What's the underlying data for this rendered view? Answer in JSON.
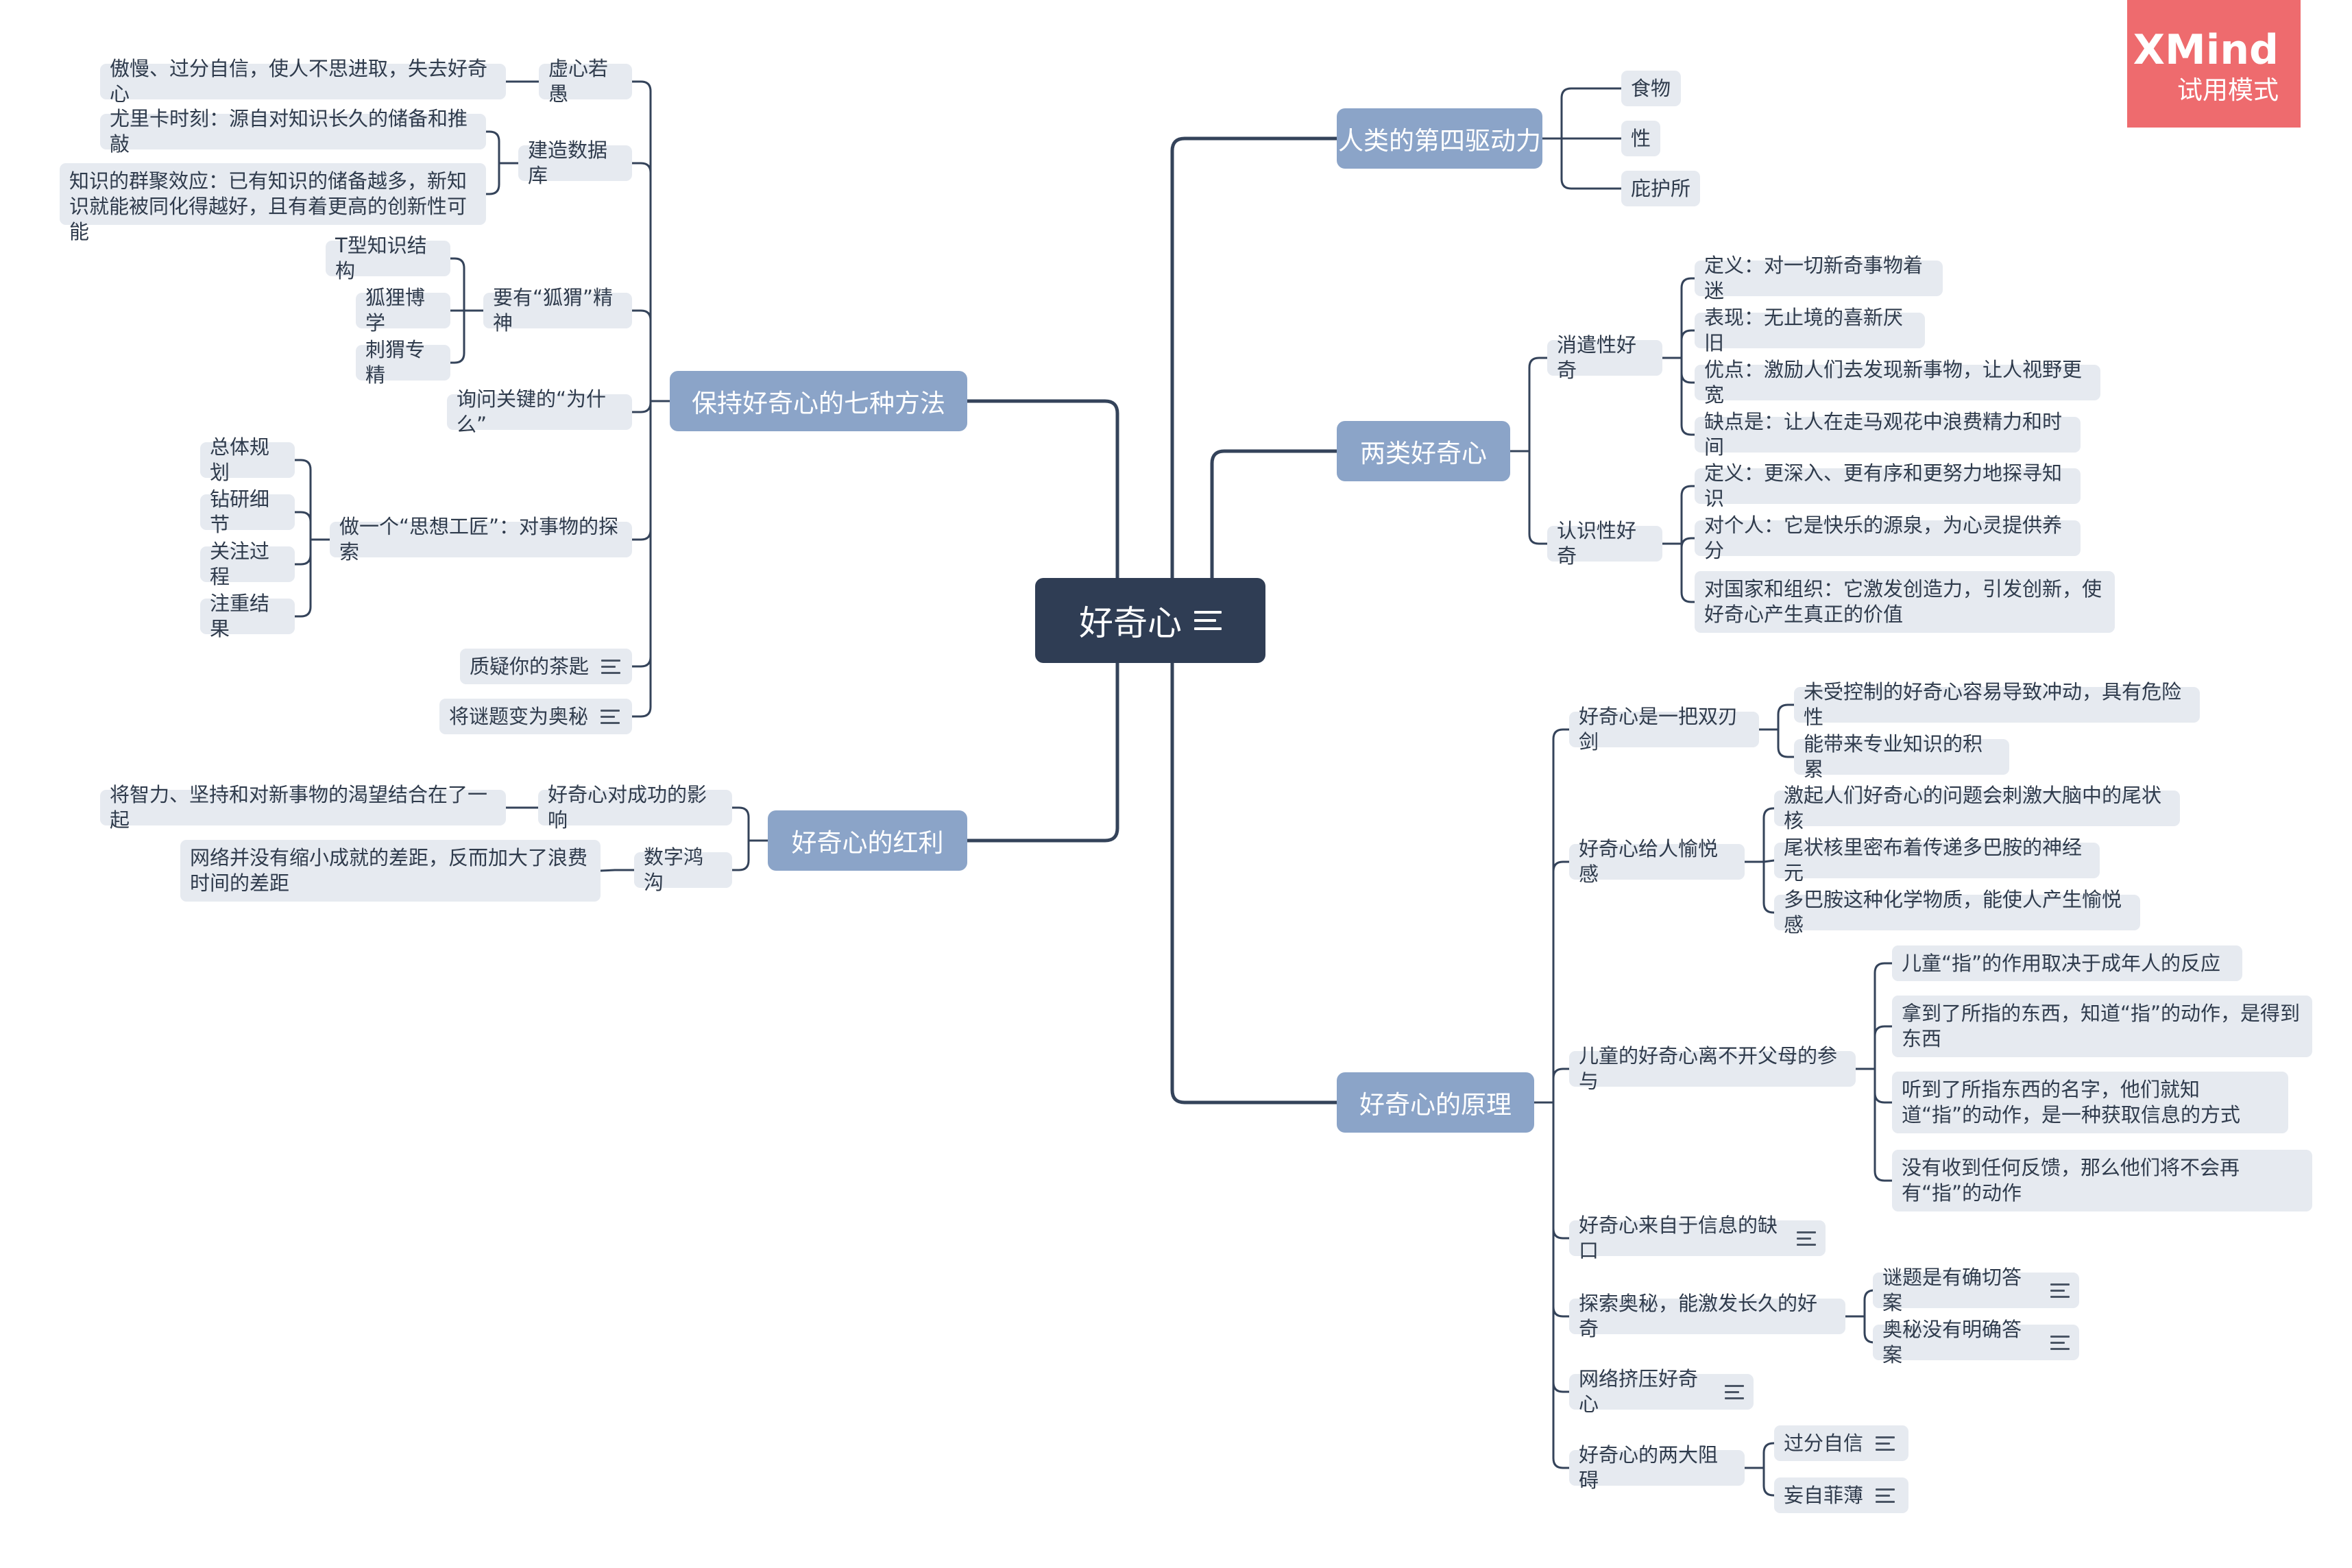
{
  "badge": {
    "brand": "XMind",
    "mode": "试用模式"
  },
  "colors": {
    "root": "#2f3d54",
    "branch": "#8ba4c8",
    "leaf": "#e6eaf0",
    "line": "#34435a",
    "badge": "#ee6b6e"
  },
  "root": {
    "label": "好奇心"
  },
  "branches": {
    "drive": {
      "label": "人类的第四驱动力",
      "food": "食物",
      "sex": "性",
      "shelter": "庇护所"
    },
    "types": {
      "label": "两类好奇心",
      "diversive": {
        "label": "消遣性好奇",
        "def": "定义：对一切新奇事物着迷",
        "show": "表现：无止境的喜新厌旧",
        "pro": "优点：激励人们去发现新事物，让人视野更宽",
        "con": "缺点是：让人在走马观花中浪费精力和时间"
      },
      "epistemic": {
        "label": "认识性好奇",
        "def": "定义：更深入、更有序和更努力地探寻知识",
        "person": "对个人：它是快乐的源泉，为心灵提供养分",
        "org": "对国家和组织：它激发创造力，引发创新，使好奇心产生真正的价值"
      }
    },
    "principle": {
      "label": "好奇心的原理",
      "sword": {
        "label": "好奇心是一把双刃剑",
        "a": "未受控制的好奇心容易导致冲动，具有危险性",
        "b": "能带来专业知识的积累"
      },
      "pleasure": {
        "label": "好奇心给人愉悦感",
        "a": "激起人们好奇心的问题会刺激大脑中的尾状核",
        "b": "尾状核里密布着传递多巴胺的神经元",
        "c": "多巴胺这种化学物质，能使人产生愉悦感"
      },
      "child": {
        "label": "儿童的好奇心离不开父母的参与",
        "a": "儿童“指”的作用取决于成年人的反应",
        "b": "拿到了所指的东西，知道“指”的动作，是得到东西",
        "c": "听到了所指东西的名字，他们就知道“指”的动作，是一种获取信息的方式",
        "d": "没有收到任何反馈，那么他们将不会再有“指”的动作"
      },
      "gap": {
        "label": "好奇心来自于信息的缺口"
      },
      "mystery": {
        "label": "探索奥秘，能激发长久的好奇",
        "a": "谜题是有确切答案",
        "b": "奥秘没有明确答案"
      },
      "net": {
        "label": "网络挤压好奇心"
      },
      "obstacles": {
        "label": "好奇心的两大阻碍",
        "a": "过分自信",
        "b": "妄自菲薄"
      }
    },
    "methods": {
      "label": "保持好奇心的七种方法",
      "humble": {
        "label": "虚心若愚",
        "a": "傲慢、过分自信，使人不思进取，失去好奇心"
      },
      "db": {
        "label": "建造数据库",
        "a": "尤里卡时刻：源自对知识长久的储备和推敲",
        "b": "知识的群聚效应：已有知识的储备越多，新知识就能被同化得越好，且有着更高的创新性可能"
      },
      "fox": {
        "label": "要有“狐猬”精神",
        "a": "T型知识结构",
        "b": "狐狸博学",
        "c": "刺猬专精"
      },
      "why": {
        "label": "询问关键的“为什么”"
      },
      "tinker": {
        "label": "做一个“思想工匠”：对事物的探索",
        "a": "总体规划",
        "b": "钻研细节",
        "c": "关注过程",
        "d": "注重结果"
      },
      "question": {
        "label": "质疑你的茶匙"
      },
      "puzzle": {
        "label": "将谜题变为奥秘"
      }
    },
    "benefit": {
      "label": "好奇心的红利",
      "success": {
        "label": "好奇心对成功的影响",
        "a": "将智力、坚持和对新事物的渴望结合在了一起"
      },
      "divide": {
        "label": "数字鸿沟",
        "a": "网络并没有缩小成就的差距，反而加大了浪费时间的差距"
      }
    }
  }
}
